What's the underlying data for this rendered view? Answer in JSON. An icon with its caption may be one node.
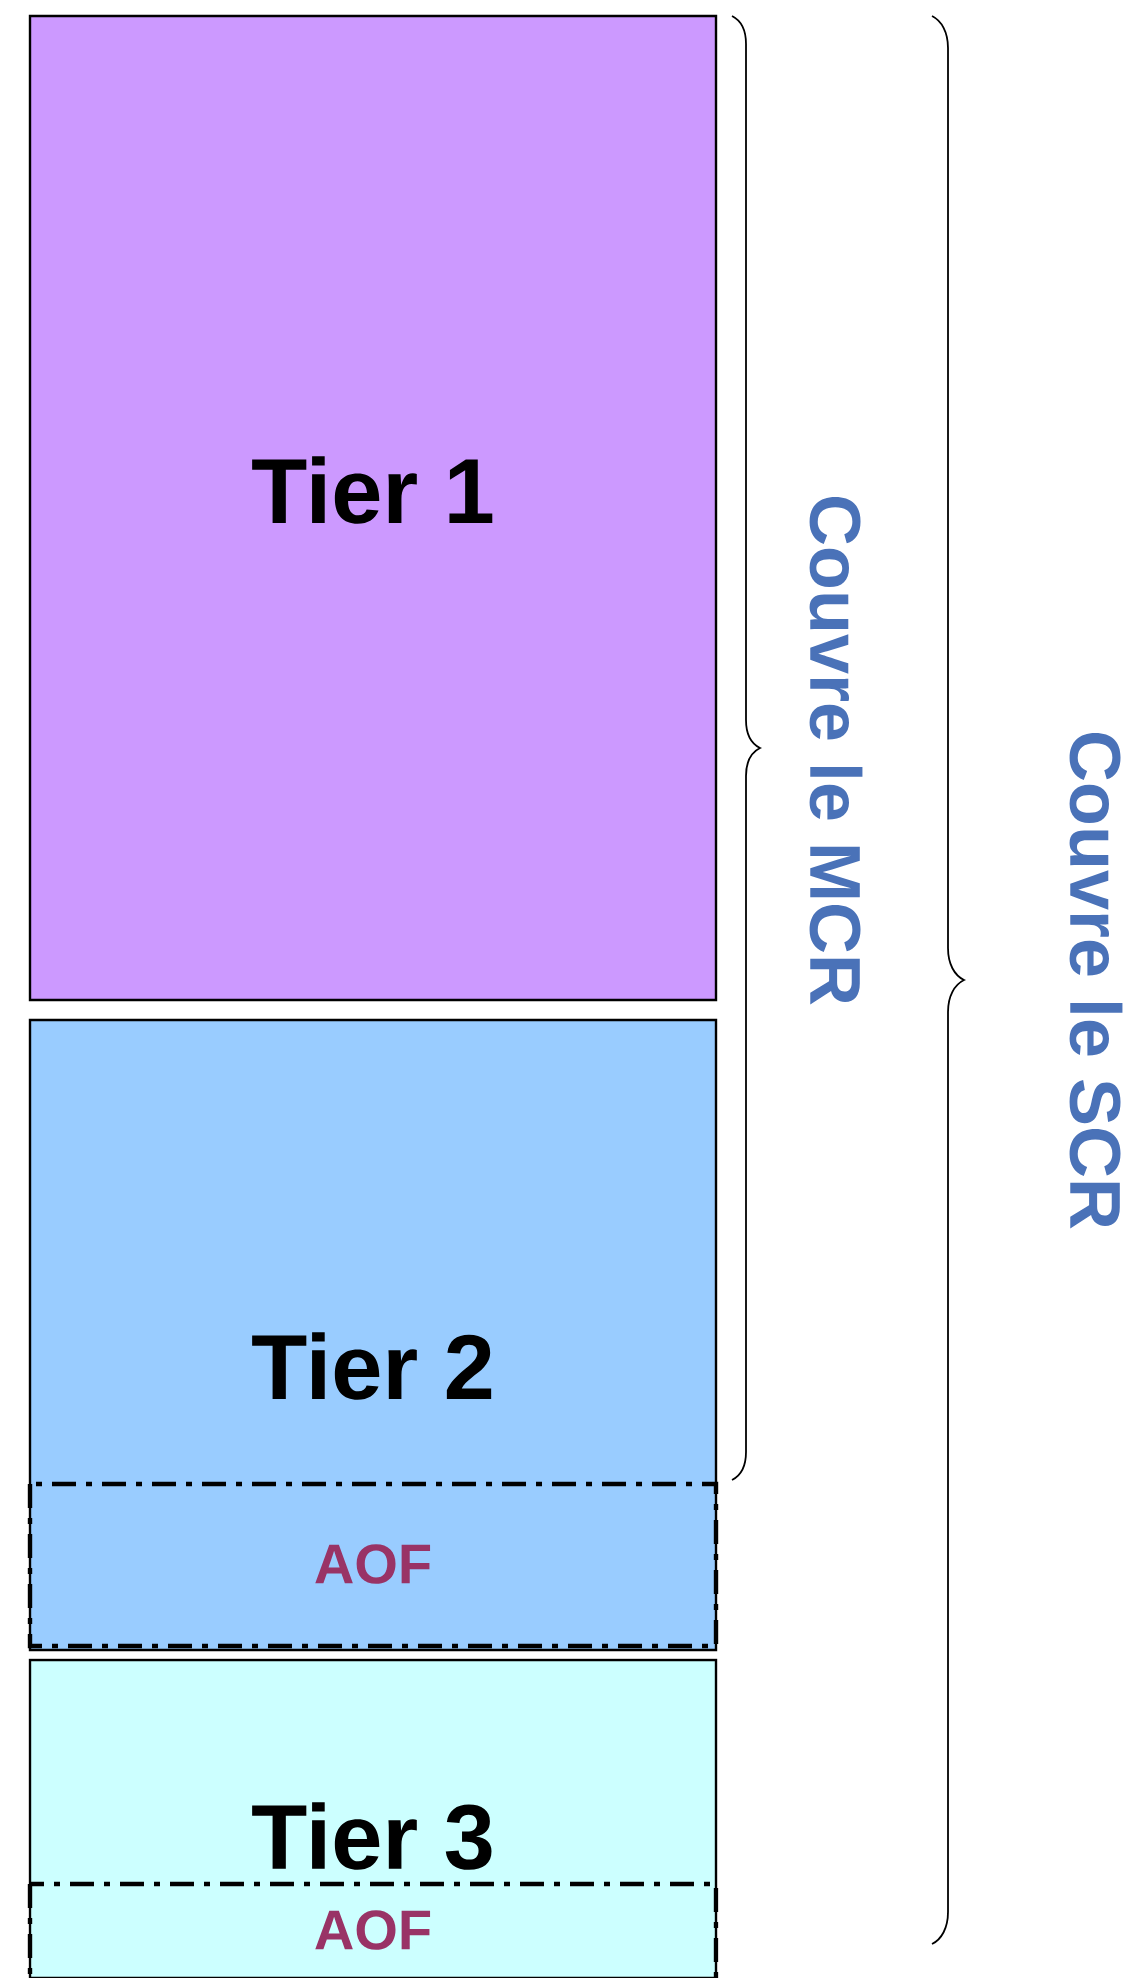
{
  "diagram": {
    "nodes": [
      {
        "text": [
          "Tier 1"
        ]
      },
      {
        "text": [
          "Tier 2"
        ]
      },
      {
        "text": [
          "AOF"
        ],
        "in": 1
      },
      {
        "text": [
          "Tier 3"
        ]
      },
      {
        "text": [
          "AOF"
        ],
        "in": 3
      }
    ],
    "labels": [
      "Couvre le MCR",
      "Couvre le SCR"
    ]
  }
}
